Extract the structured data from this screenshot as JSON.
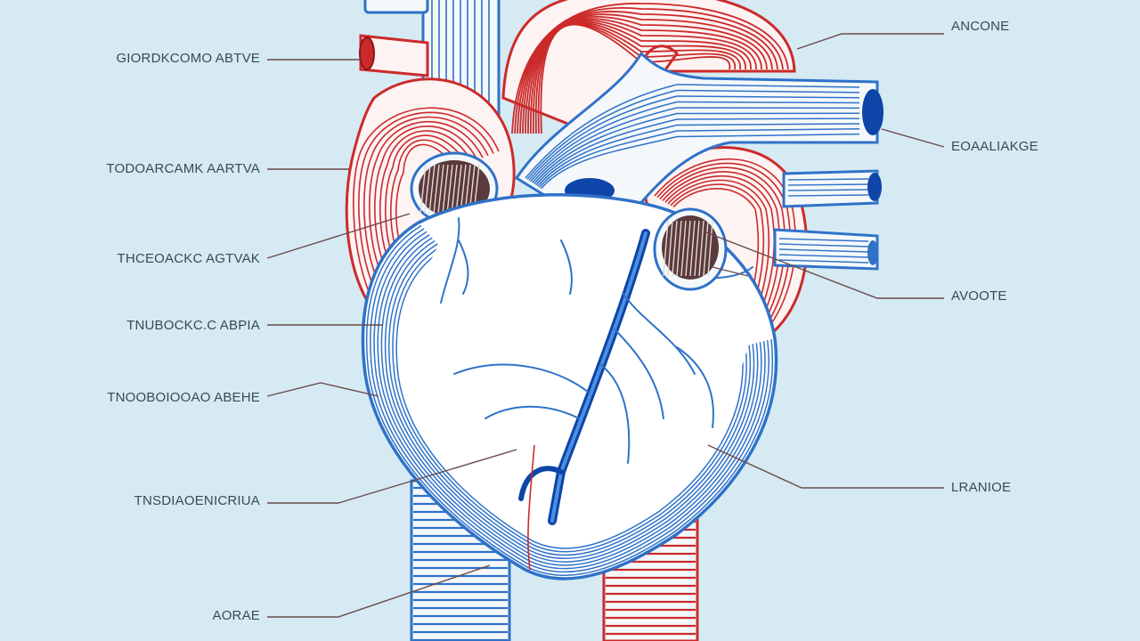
{
  "diagram": {
    "background": "#d6eaf4",
    "colors": {
      "artery_red": "#cc2a2a",
      "vein_blue": "#2f72c8",
      "deep_blue": "#0d45a8",
      "leader": "#6b4a4a",
      "label_text": "#3a4a55"
    },
    "labels_left": [
      "GIORDKCOMO ABTVE",
      "TODOARCAMK AARTVA",
      "THCEOACKC AGTVAK",
      "TNUBOCKC.C ABPIA",
      "TNOOBOIOOAO ABEHE",
      "TNSDIAOENICRIUA",
      "AORAE"
    ],
    "labels_right": [
      "ANCONE",
      "EOAALIAKGE",
      "AVOOTE",
      "LRANIOE"
    ]
  }
}
